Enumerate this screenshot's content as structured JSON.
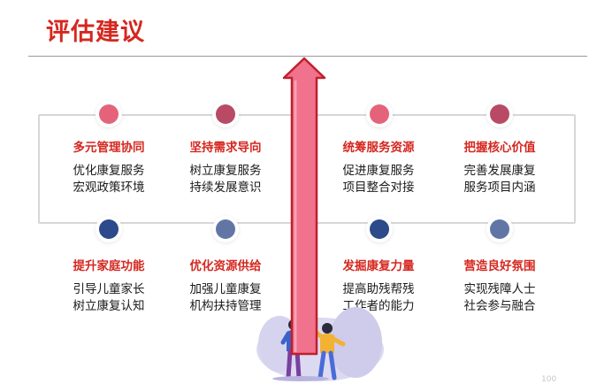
{
  "page": {
    "title": "评估建议",
    "page_number": "100"
  },
  "top_row": [
    {
      "heading": "多元管理协同",
      "lines": [
        "优化康复服务",
        "宏观政策环境"
      ]
    },
    {
      "heading": "坚持需求导向",
      "lines": [
        "树立康复服务",
        "持续发展意识"
      ]
    },
    {
      "heading": "统筹服务资源",
      "lines": [
        "促进康复服务",
        "项目整合对接"
      ]
    },
    {
      "heading": "把握核心价值",
      "lines": [
        "完善发展康复",
        "服务项目内涵"
      ]
    }
  ],
  "bottom_row": [
    {
      "heading": "提升家庭功能",
      "lines": [
        "引导儿童家长",
        "树立康复认知"
      ]
    },
    {
      "heading": "优化资源供给",
      "lines": [
        "加强儿童康复",
        "机构扶持管理"
      ]
    },
    {
      "heading": "发掘康复力量",
      "lines": [
        "提高助残帮残",
        "工作者的能力"
      ]
    },
    {
      "heading": "营造良好氛围",
      "lines": [
        "实现残障人士",
        "社会参与融合"
      ]
    }
  ],
  "colors": {
    "title_red": "#d5271f",
    "dot_pink": "#e5637a",
    "dot_crimson": "#b94a66",
    "dot_navy": "#2d4a8a",
    "dot_slate": "#6276a6",
    "arrow_fill": "#f0728c",
    "arrow_outline": "#c01f2c"
  }
}
